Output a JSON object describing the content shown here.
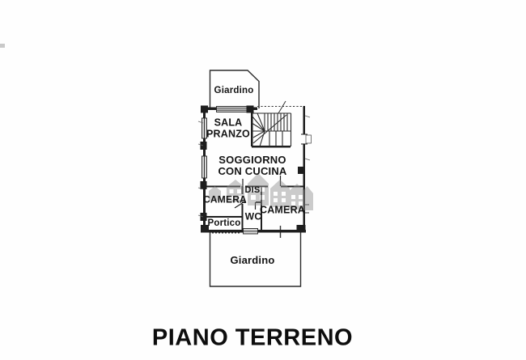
{
  "page": {
    "title": "PIANO TERRENO",
    "background_color": "#fefefe",
    "line_color": "#1e1e1e",
    "window_fill_color": "#d9d9d9",
    "watermark_color": "#8f8f8f"
  },
  "rooms": {
    "giardino_top": "Giardino",
    "sala_pranzo": "SALA\nPRANZO",
    "soggiorno": "SOGGIORNO\nCON CUCINA",
    "camera_left": "CAMERA",
    "dis": "DIS",
    "wc": "WC",
    "camera_right": "CAMERA",
    "portico": "Portico",
    "giardino_bottom": "Giardino"
  }
}
